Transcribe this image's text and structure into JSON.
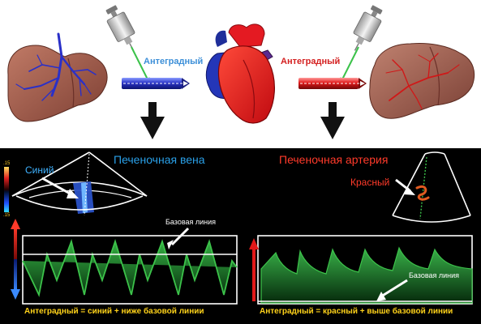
{
  "labels": {
    "antegrade_left": "Антеградный",
    "antegrade_right": "Антеградный",
    "hepatic_vein_title": "Печеночная вена",
    "hepatic_artery_title": "Печеночная артерия",
    "blue_word": "Синий",
    "red_word": "Красный",
    "baseline_left": "Базовая линия",
    "baseline_right": "Базовая линия",
    "caption_left": "Антеградный = синий + ниже базовой линии",
    "caption_right": "Антеградный = красный + выше базовой линии",
    "scale_high": ".15",
    "scale_low": ".15"
  },
  "colors": {
    "background_top": "#ffffff",
    "background_bottom": "#000000",
    "vein_blue": "#2f3fd0",
    "artery_red": "#e01818",
    "liver_brown": "#a05a48",
    "waveform_green": "#3cc24a",
    "caption_yellow": "#ffd21a",
    "vein_title_blue": "#2aa0e8",
    "artery_title_red": "#ff3a2a"
  }
}
